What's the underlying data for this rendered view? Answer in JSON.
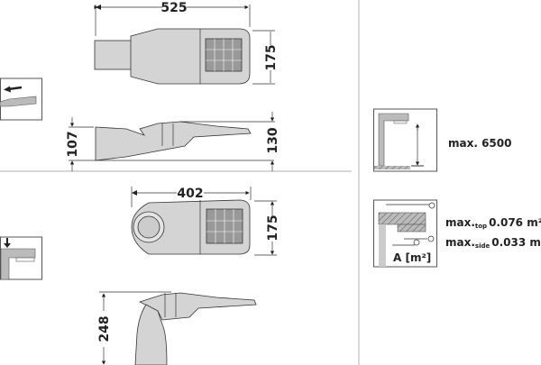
{
  "top_view_1": {
    "length": "525",
    "width": "175"
  },
  "side_view_1": {
    "height_mount": "107",
    "height_total": "130"
  },
  "top_view_2": {
    "length": "402",
    "width": "175"
  },
  "side_view_2": {
    "height_total": "248"
  },
  "mount_height": {
    "label": "max. 6500"
  },
  "wind_area": {
    "top_prefix": "max.",
    "top_sub": "top",
    "top_value": "0.076 m²",
    "side_prefix": "max.",
    "side_sub": "side",
    "side_value": "0.033 m²",
    "box_label": "A [m²]"
  },
  "icons": [
    "side-entry-icon",
    "post-top-icon",
    "mounting-height-icon",
    "wind-area-icon"
  ]
}
